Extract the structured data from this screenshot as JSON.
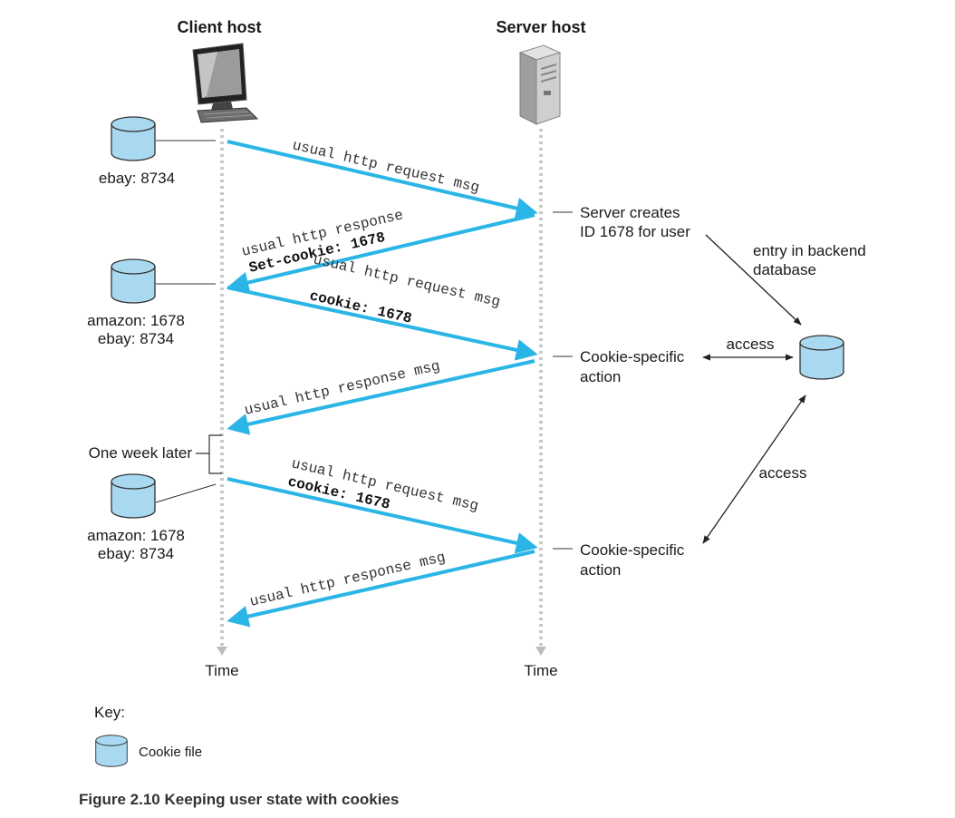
{
  "headers": {
    "client": "Client host",
    "server": "Server host"
  },
  "client_stores": {
    "first": {
      "line1": "ebay: 8734"
    },
    "second": {
      "line1": "amazon: 1678",
      "line2": "ebay: 8734"
    },
    "third": {
      "line1": "amazon: 1678",
      "line2": "ebay: 8734"
    }
  },
  "messages": {
    "m1": {
      "line1": "usual http request msg"
    },
    "m2": {
      "line1": "usual http response",
      "line2": "Set-cookie: 1678"
    },
    "m3": {
      "line1": "usual http request msg",
      "line2": "cookie: 1678"
    },
    "m4": {
      "line1": "usual http response msg"
    },
    "m5": {
      "line1": "usual http request msg",
      "line2": "cookie: 1678"
    },
    "m6": {
      "line1": "usual http response msg"
    }
  },
  "server_notes": {
    "creates": {
      "line1": "Server creates",
      "line2": "ID 1678 for user"
    },
    "action1": {
      "line1": "Cookie-specific",
      "line2": "action"
    },
    "action2": {
      "line1": "Cookie-specific",
      "line2": "action"
    }
  },
  "backend": {
    "line1": "entry in backend",
    "line2": "database",
    "access1": "access",
    "access2": "access"
  },
  "one_week": "One week later",
  "time_labels": {
    "client": "Time",
    "server": "Time"
  },
  "key": {
    "title": "Key:",
    "cookie_file": "Cookie file"
  },
  "caption": "Figure 2.10 Keeping user state with cookies",
  "colors": {
    "arrow": "#2bb5e6",
    "cylinder_fill": "#a9d9f0",
    "cylinder_stroke": "#333333",
    "timeline": "#c8c8c8"
  }
}
